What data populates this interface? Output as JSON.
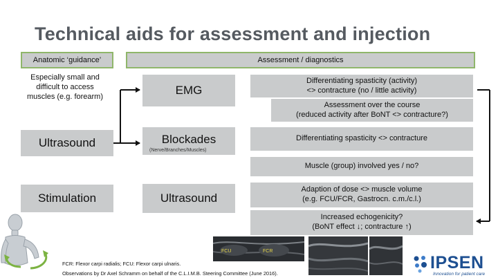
{
  "title": "Technical aids for assessment and injection",
  "headers": {
    "left": "Anatomic ‘guidance’",
    "right": "Assessment / diagnostics"
  },
  "left_column": {
    "note": "Especially small and difficult to access muscles (e.g. forearm)",
    "ultrasound": "Ultrasound",
    "stimulation": "Stimulation"
  },
  "middle_column": {
    "emg": "EMG",
    "blockades": "Blockades",
    "blockades_sub": "(Nerve/Branches/Muscles)",
    "ultrasound": "Ultrasound"
  },
  "right_column": {
    "box1_line1": "Differentiating spasticity (activity)",
    "box1_line2": "<> contracture (no / little activity)",
    "box1_line3": "Assessment over the course",
    "box1_line4": "(reduced activity after BoNT <> contracture?)",
    "box2": "Differentiating spasticity <> contracture",
    "box3": "Muscle (group) involved yes / no?",
    "box4_line1": "Adaption of dose <> muscle volume",
    "box4_line2": "(e.g. FCU/FCR, Gastrocn. c.m./c.l.)",
    "box5_line1": "Increased echogenicity?",
    "box5_line2": "(BoNT effect ↓; contracture ↑)"
  },
  "images": {
    "fcu_label": "FCU",
    "fcr_label": "FCR"
  },
  "footer": {
    "line1": "FCR: Flexor carpi radialis; FCU: Flexor carpi ulnaris.",
    "line2": "Observations by Dr Axel Schramm on behalf of the C.L.I.M.B. Steering Committee (June 2016)."
  },
  "logo": {
    "name": "IPSEN",
    "tagline": "Innovation for patient care"
  },
  "colors": {
    "box_gray": "#c9cbcc",
    "header_border": "#8fb66a",
    "connector": "#111111",
    "title": "#555a60",
    "logo_blue": "#1d4f91"
  }
}
